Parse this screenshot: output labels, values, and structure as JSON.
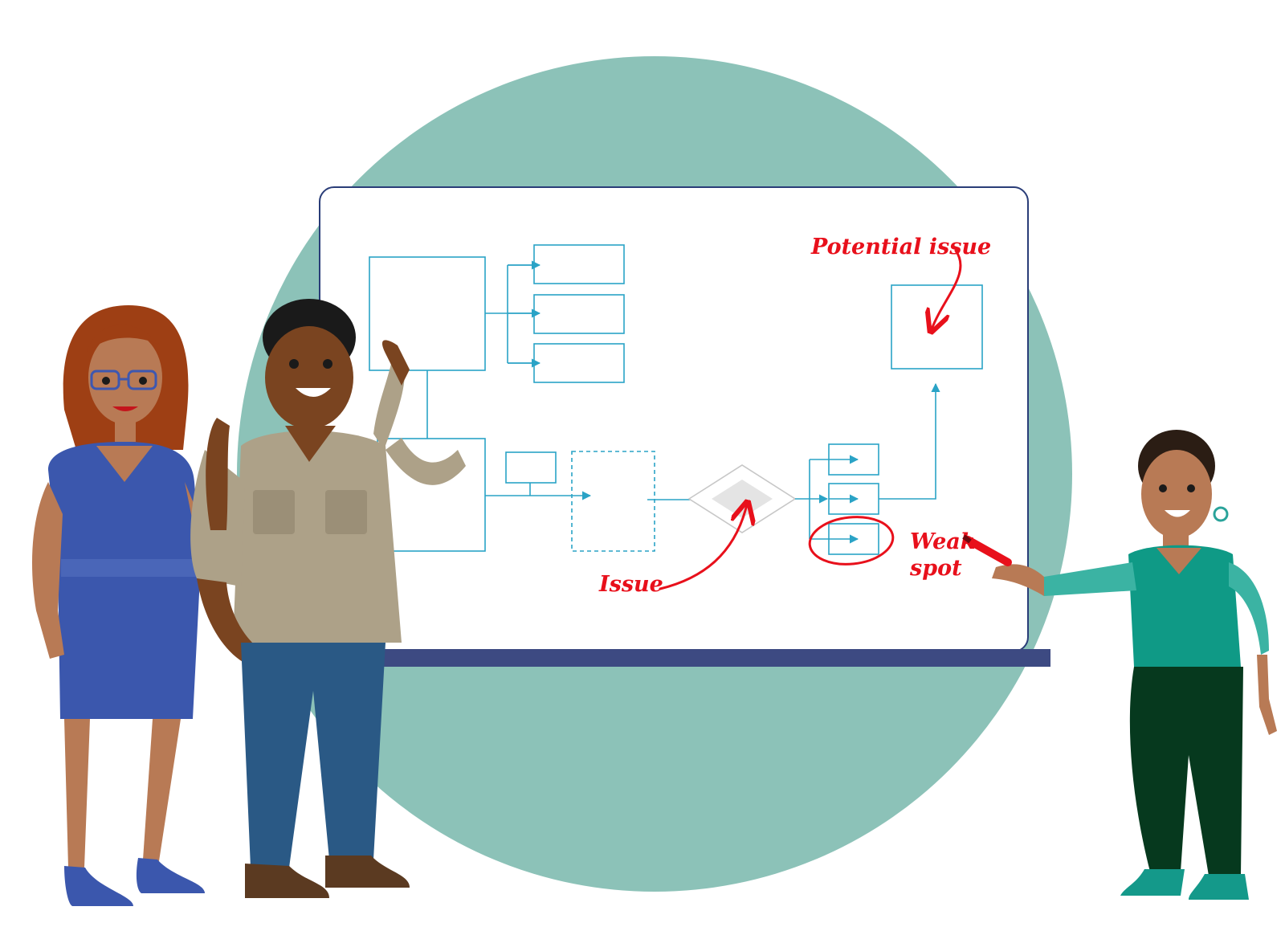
{
  "annotations": {
    "potential_issue": "Potential issue",
    "issue": "Issue",
    "weak_line1": "Weak",
    "weak_line2": "spot"
  },
  "colors": {
    "circle": "#8cc2b8",
    "board_border": "#2a3d78",
    "board_ledge": "#3d4a82",
    "flow_line": "#2aa3c6",
    "marker_red": "#e8101b"
  }
}
